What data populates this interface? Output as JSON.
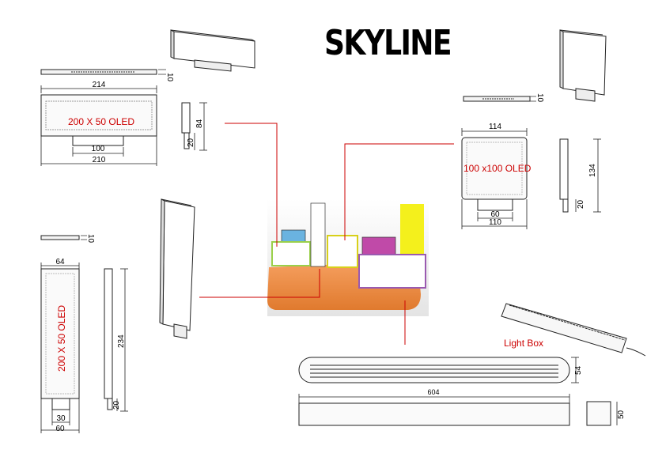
{
  "title": "SKYLINE",
  "colors": {
    "accent": "#cc0000",
    "stroke": "#222222",
    "orange": "#f0883a",
    "blue": "#6ab3e0",
    "magenta": "#c04aa8",
    "yellow": "#f4f01c"
  },
  "labels": {
    "oled_200x50_top": "200 X 50 OLED",
    "oled_100x100": "100 x100 OLED",
    "oled_200x50_vertical": "200 X 50 OLED",
    "light_box": "Light Box"
  },
  "dimensions": {
    "d214": "214",
    "d100": "100",
    "d210": "210",
    "d84": "84",
    "d20a": "20",
    "d10a": "10",
    "d114": "114",
    "d134": "134",
    "d60a": "60",
    "d110": "110",
    "d20b": "20",
    "d10b": "10",
    "d64": "64",
    "d234": "234",
    "d30": "30",
    "d60b": "60",
    "d20c": "20",
    "d10c": "10",
    "d604": "604",
    "d54": "54",
    "d50": "50"
  }
}
